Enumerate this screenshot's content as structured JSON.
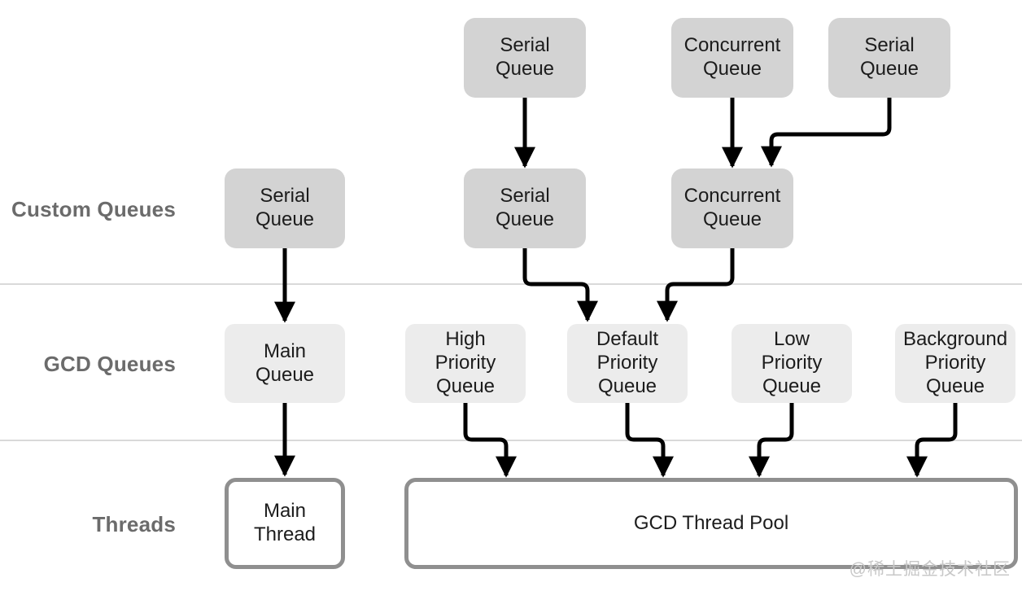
{
  "colors": {
    "canvas_bg": "#ffffff",
    "box_dark": "#d3d3d3",
    "box_light": "#ececec",
    "outline_border": "#8f8f8f",
    "box_text": "#1c1c1c",
    "row_label": "#6b6b6b",
    "arrow": "#000000",
    "divider": "#d9d9d9",
    "watermark": "#c8c8c8"
  },
  "row_labels": {
    "custom": "Custom Queues",
    "gcd": "GCD Queues",
    "threads": "Threads"
  },
  "nodes": {
    "serial_top_left": "Serial\nQueue",
    "concurrent_top": "Concurrent\nQueue",
    "serial_top_right": "Serial\nQueue",
    "serial_custom_left": "Serial\nQueue",
    "serial_custom_mid": "Serial\nQueue",
    "concurrent_custom": "Concurrent\nQueue",
    "main_queue": "Main\nQueue",
    "high_priority": "High\nPriority\nQueue",
    "default_priority": "Default\nPriority\nQueue",
    "low_priority": "Low\nPriority\nQueue",
    "background_priority": "Background\nPriority\nQueue",
    "main_thread": "Main\nThread",
    "gcd_thread_pool": "GCD Thread Pool"
  },
  "watermark": "@稀土掘金技术社区"
}
